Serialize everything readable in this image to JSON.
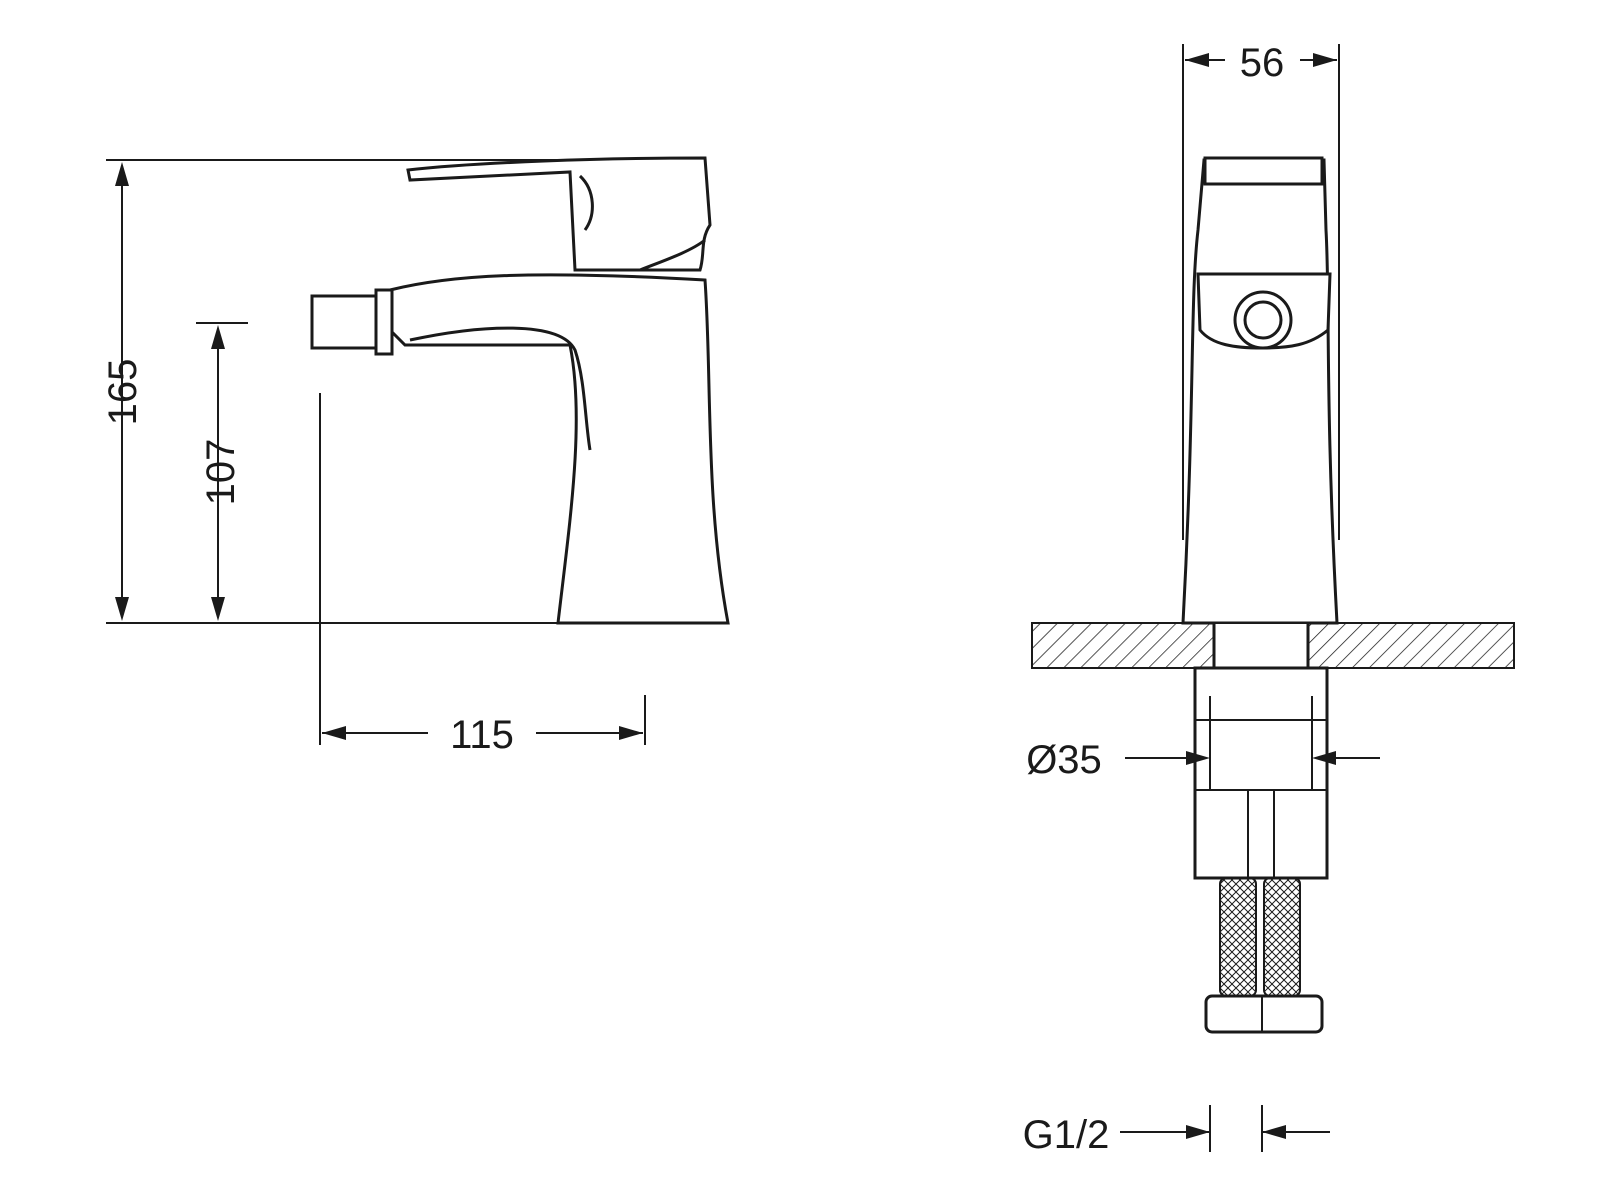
{
  "dimensions": {
    "height_total": "165",
    "spout_height": "107",
    "spout_reach": "115",
    "body_width": "56",
    "base_diameter": "Ø35",
    "thread": "G1/2"
  },
  "colors": {
    "line": "#1a1a1a",
    "background": "#ffffff"
  }
}
